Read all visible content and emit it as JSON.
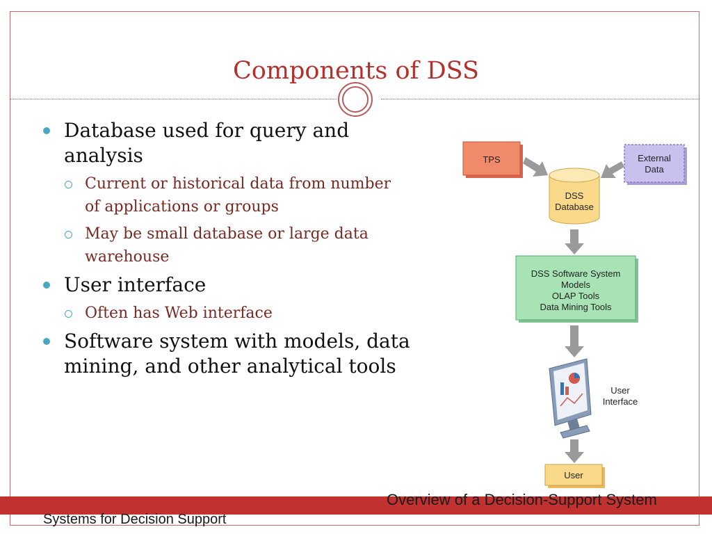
{
  "slide": {
    "title": "Components of DSS",
    "caption": "Overview of a Decision-Support System",
    "footer": "Systems for Decision Support"
  },
  "bullets": [
    {
      "text": "Database used for query and analysis",
      "lines": [
        "Database used for query and",
        "analysis"
      ],
      "subs": [
        {
          "lines": [
            "Current or historical data from number",
            "of applications or groups"
          ]
        },
        {
          "lines": [
            "May be small database or large data",
            "warehouse"
          ]
        }
      ]
    },
    {
      "lines": [
        "User interface"
      ],
      "subs": [
        {
          "lines": [
            "Often has Web interface"
          ]
        }
      ]
    },
    {
      "lines": [
        "Software system with models, data",
        "mining, and other analytical tools"
      ],
      "subs": []
    }
  ],
  "diagram": {
    "tps": "TPS",
    "external": [
      "External",
      "Data"
    ],
    "database": [
      "DSS",
      "Database"
    ],
    "software": [
      "DSS Software System",
      "Models",
      "OLAP Tools",
      "Data Mining Tools"
    ],
    "ui_label": [
      "User",
      "Interface"
    ],
    "user": "User",
    "colors": {
      "tps": "#f08a6a",
      "external": "#c9c0ee",
      "database": "#fbd98a",
      "software": "#a7e3b5",
      "user": "#fbd98a",
      "arrow": "#9a9a9a"
    }
  }
}
